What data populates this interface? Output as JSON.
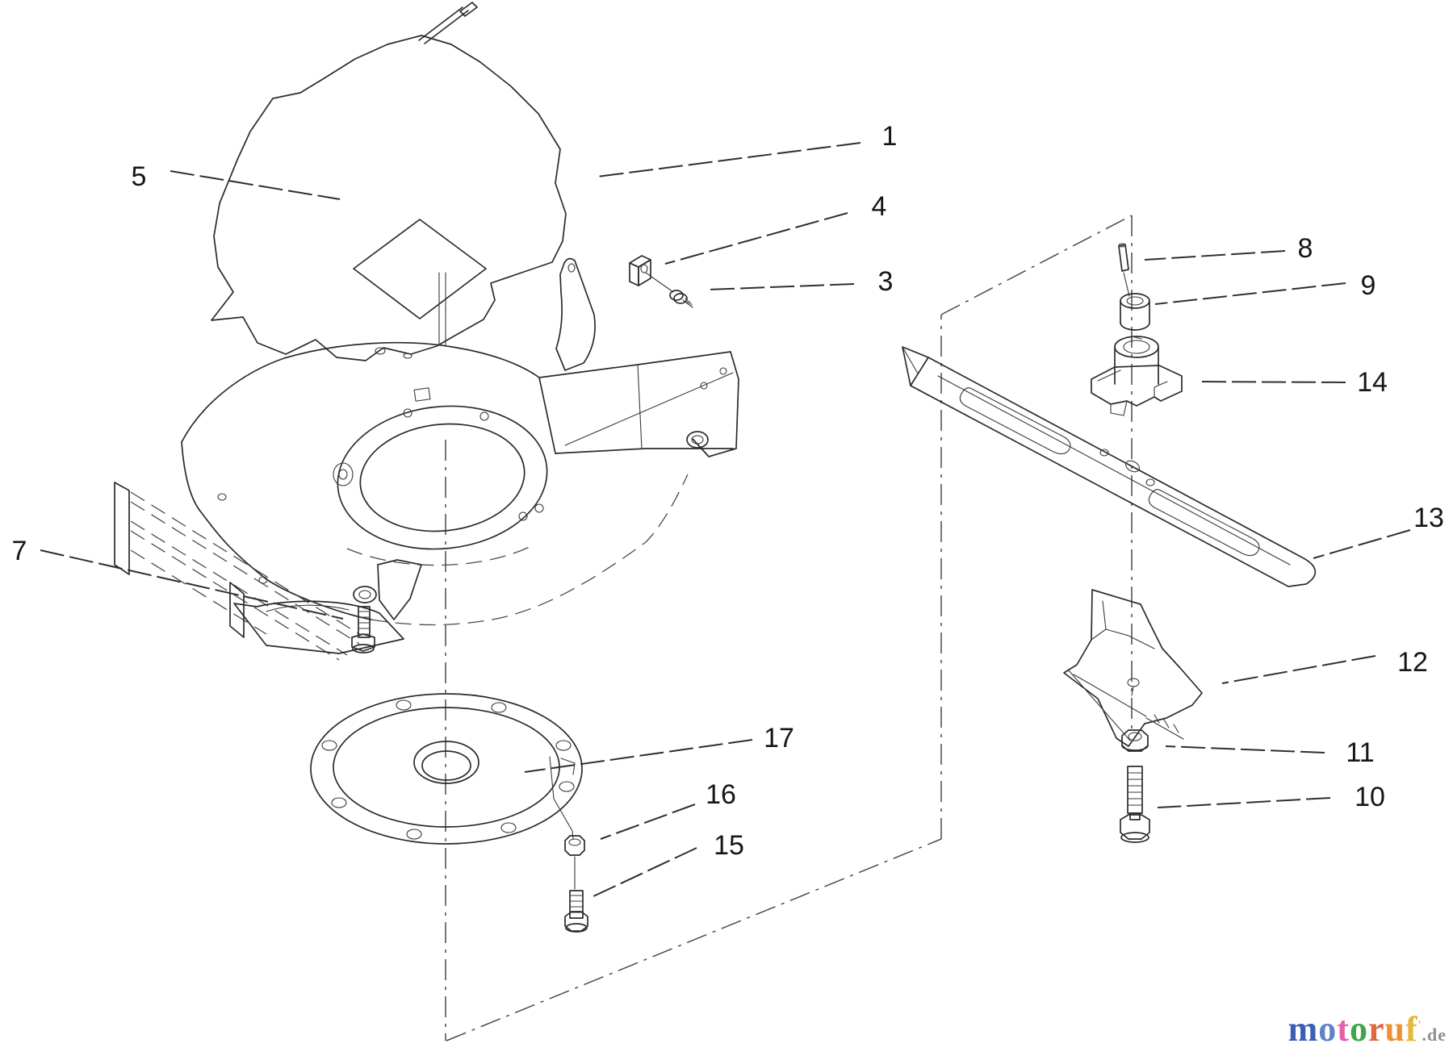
{
  "diagram": {
    "callouts": [
      {
        "id": "engine",
        "label": "1"
      },
      {
        "id": "engine-decal",
        "label": "5"
      },
      {
        "id": "cable-clip",
        "label": "4"
      },
      {
        "id": "clip-screw",
        "label": "3"
      },
      {
        "id": "deck-bolt",
        "label": "7"
      },
      {
        "id": "woodruff-key",
        "label": "8"
      },
      {
        "id": "spacer",
        "label": "9"
      },
      {
        "id": "blade-adapter",
        "label": "14"
      },
      {
        "id": "blade",
        "label": "13"
      },
      {
        "id": "mulch-shield",
        "label": "12"
      },
      {
        "id": "lock-nut",
        "label": "11"
      },
      {
        "id": "blade-bolt",
        "label": "10"
      },
      {
        "id": "cover-plate",
        "label": "17"
      },
      {
        "id": "plate-nut",
        "label": "16"
      },
      {
        "id": "plate-bolt",
        "label": "15"
      }
    ]
  },
  "logo": {
    "word": "motoruf",
    "letters": [
      {
        "ch": "m",
        "color": "#3b5fb2"
      },
      {
        "ch": "o",
        "color": "#5f83c8"
      },
      {
        "ch": "t",
        "color": "#e85fa8"
      },
      {
        "ch": "o",
        "color": "#43a547"
      },
      {
        "ch": "r",
        "color": "#e0663c"
      },
      {
        "ch": "u",
        "color": "#ef9036"
      },
      {
        "ch": "f",
        "color": "#e8b83c"
      },
      {
        "ch": "'",
        "color": "#d9a13a"
      }
    ],
    "mark": "'",
    "suffix": ".de"
  }
}
